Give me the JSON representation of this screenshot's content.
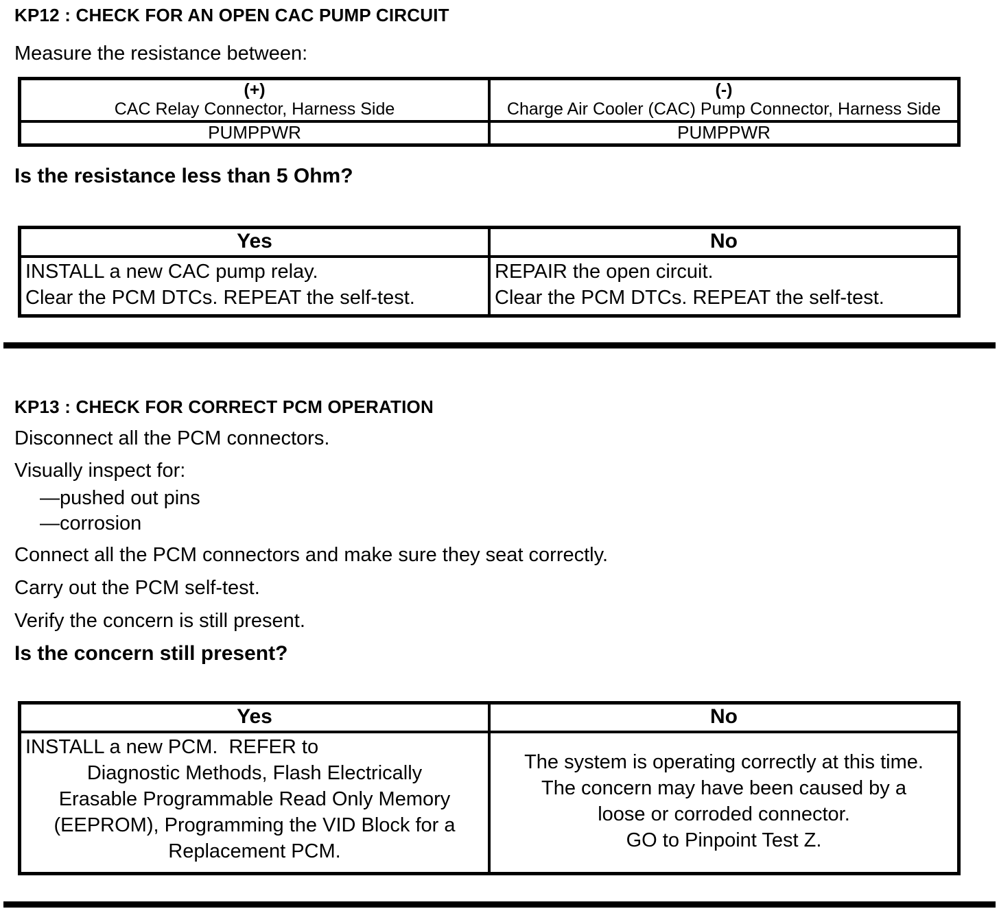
{
  "document": {
    "kp12": {
      "title": "KP12 : CHECK FOR AN OPEN CAC PUMP CIRCUIT",
      "intro": "Measure the resistance between:",
      "measure_table": {
        "positive": {
          "polarity": "(+)",
          "connector": "CAC Relay Connector, Harness Side",
          "pin": "PUMPPWR"
        },
        "negative": {
          "polarity": "(-)",
          "connector": "Charge Air Cooler (CAC) Pump Connector, Harness Side",
          "pin": "PUMPPWR"
        }
      },
      "question": "Is the resistance less than 5 Ohm?",
      "decision": {
        "yes_header": "Yes",
        "no_header": "No",
        "yes_lines": [
          "INSTALL a new CAC pump relay.",
          "Clear the PCM DTCs. REPEAT the self-test."
        ],
        "no_lines": [
          "REPAIR the open circuit.",
          "Clear the PCM DTCs. REPEAT the self-test."
        ]
      }
    },
    "kp13": {
      "title": "KP13 : CHECK FOR CORRECT PCM OPERATION",
      "step1": "Disconnect all the PCM connectors.",
      "step2": "Visually inspect for:",
      "inspect_items": [
        "—pushed out pins",
        "—corrosion"
      ],
      "step3": "Connect all the PCM connectors and make sure they seat correctly.",
      "step4": "Carry out the PCM self-test.",
      "step5": "Verify the concern is still present.",
      "question": "Is the concern still present?",
      "decision": {
        "yes_header": "Yes",
        "no_header": "No",
        "yes_intro": "INSTALL a new PCM.  REFER to",
        "yes_ref_lines": [
          "Diagnostic Methods, Flash Electrically",
          "Erasable Programmable Read Only Memory",
          "(EEPROM), Programming the VID Block for a",
          "Replacement PCM."
        ],
        "no_lines": [
          "The system is operating correctly at this time.",
          "The concern may have been caused by a",
          "loose or corroded connector.",
          "GO to Pinpoint Test Z."
        ]
      }
    }
  }
}
